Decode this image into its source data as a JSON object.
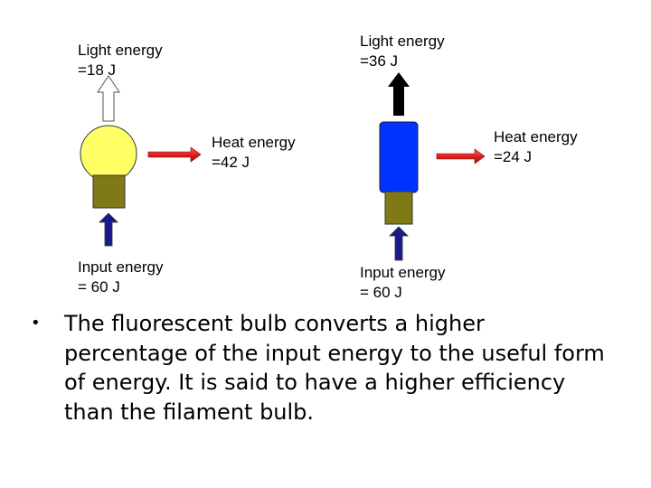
{
  "filament": {
    "light": {
      "line1": "Light energy",
      "line2": "=18 J"
    },
    "heat": {
      "line1": "Heat energy",
      "line2": "=42 J"
    },
    "input": {
      "line1": "Input energy",
      "line2": "= 60 J"
    }
  },
  "fluorescent": {
    "light": {
      "line1": "Light energy",
      "line2": "=36 J"
    },
    "heat": {
      "line1": "Heat energy",
      "line2": "=24 J"
    },
    "input": {
      "line1": "Input energy",
      "line2": "= 60 J"
    }
  },
  "bullet": {
    "marker": "•",
    "text": "The fluorescent bulb converts a higher percentage of the input energy to the useful form of energy. It is said to have a higher efficiency than the filament bulb."
  },
  "colors": {
    "filament_globe": "#ffff66",
    "fluorescent_tube": "#0033ff",
    "base": "#7f7a16",
    "arrow_blue": "#1a1a8c",
    "arrow_red": "#e53333",
    "arrow_black": "#000000"
  }
}
